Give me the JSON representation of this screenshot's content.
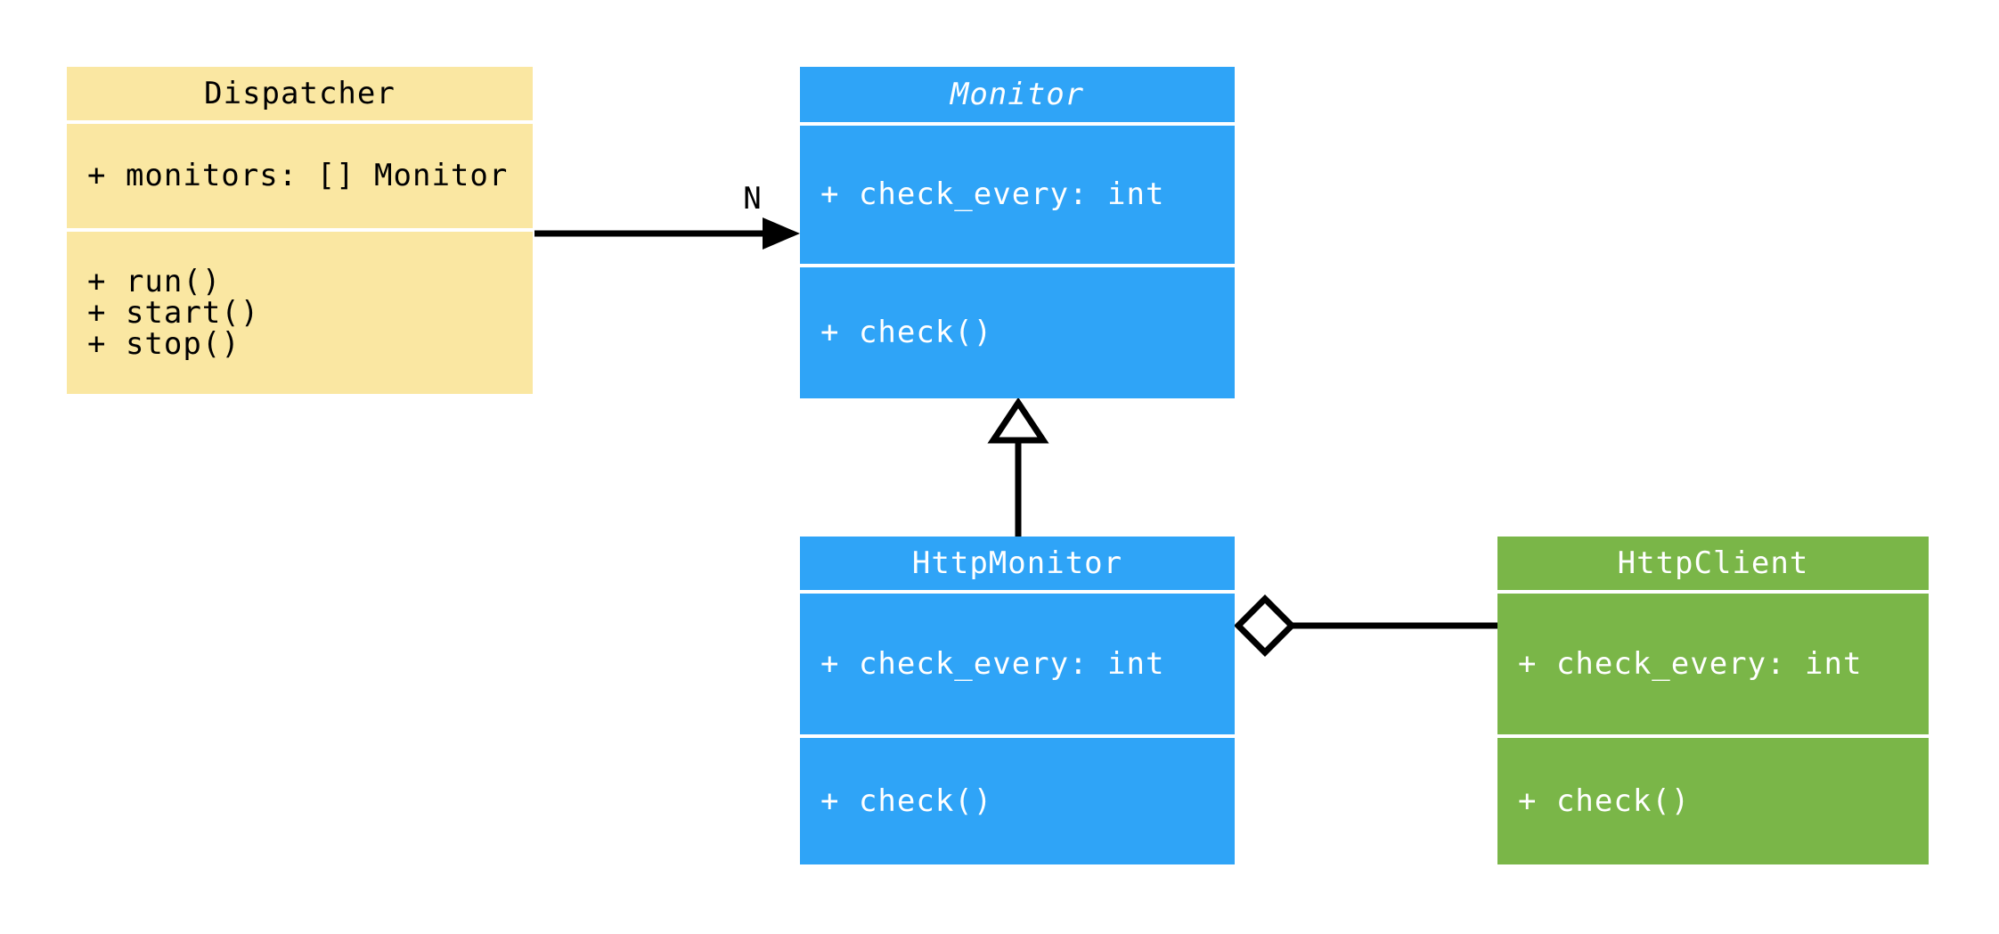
{
  "diagram": {
    "type": "uml-class-diagram",
    "background_color": "#FFFFFF",
    "line_color": "#000000",
    "classes": [
      {
        "name": "Dispatcher",
        "abstract": false,
        "attributes": [
          "+ monitors: [] Monitor"
        ],
        "methods": [
          "+ run()",
          "+ start()",
          "+ stop()"
        ],
        "fill_color": "#FAE7A2",
        "text_color": "#000000"
      },
      {
        "name": "Monitor",
        "abstract": true,
        "attributes": [
          "+ check_every: int"
        ],
        "methods": [
          "+ check()"
        ],
        "fill_color": "#2FA4F7",
        "text_color": "#FFFFFF"
      },
      {
        "name": "HttpMonitor",
        "abstract": false,
        "attributes": [
          "+ check_every: int"
        ],
        "methods": [
          "+ check()"
        ],
        "fill_color": "#2FA4F7",
        "text_color": "#FFFFFF"
      },
      {
        "name": "HttpClient",
        "abstract": false,
        "attributes": [
          "+ check_every: int"
        ],
        "methods": [
          "+ check()"
        ],
        "fill_color": "#7AB648",
        "text_color": "#FFFFFF"
      }
    ],
    "relationships": [
      {
        "type": "association",
        "from": "Dispatcher",
        "to": "Monitor",
        "label": "N",
        "arrowhead": "filled-arrow"
      },
      {
        "type": "inheritance",
        "from": "HttpMonitor",
        "to": "Monitor",
        "label": "",
        "arrowhead": "hollow-triangle"
      },
      {
        "type": "aggregation",
        "from": "HttpMonitor",
        "to": "HttpClient",
        "label": "",
        "arrowhead": "hollow-diamond"
      }
    ]
  }
}
